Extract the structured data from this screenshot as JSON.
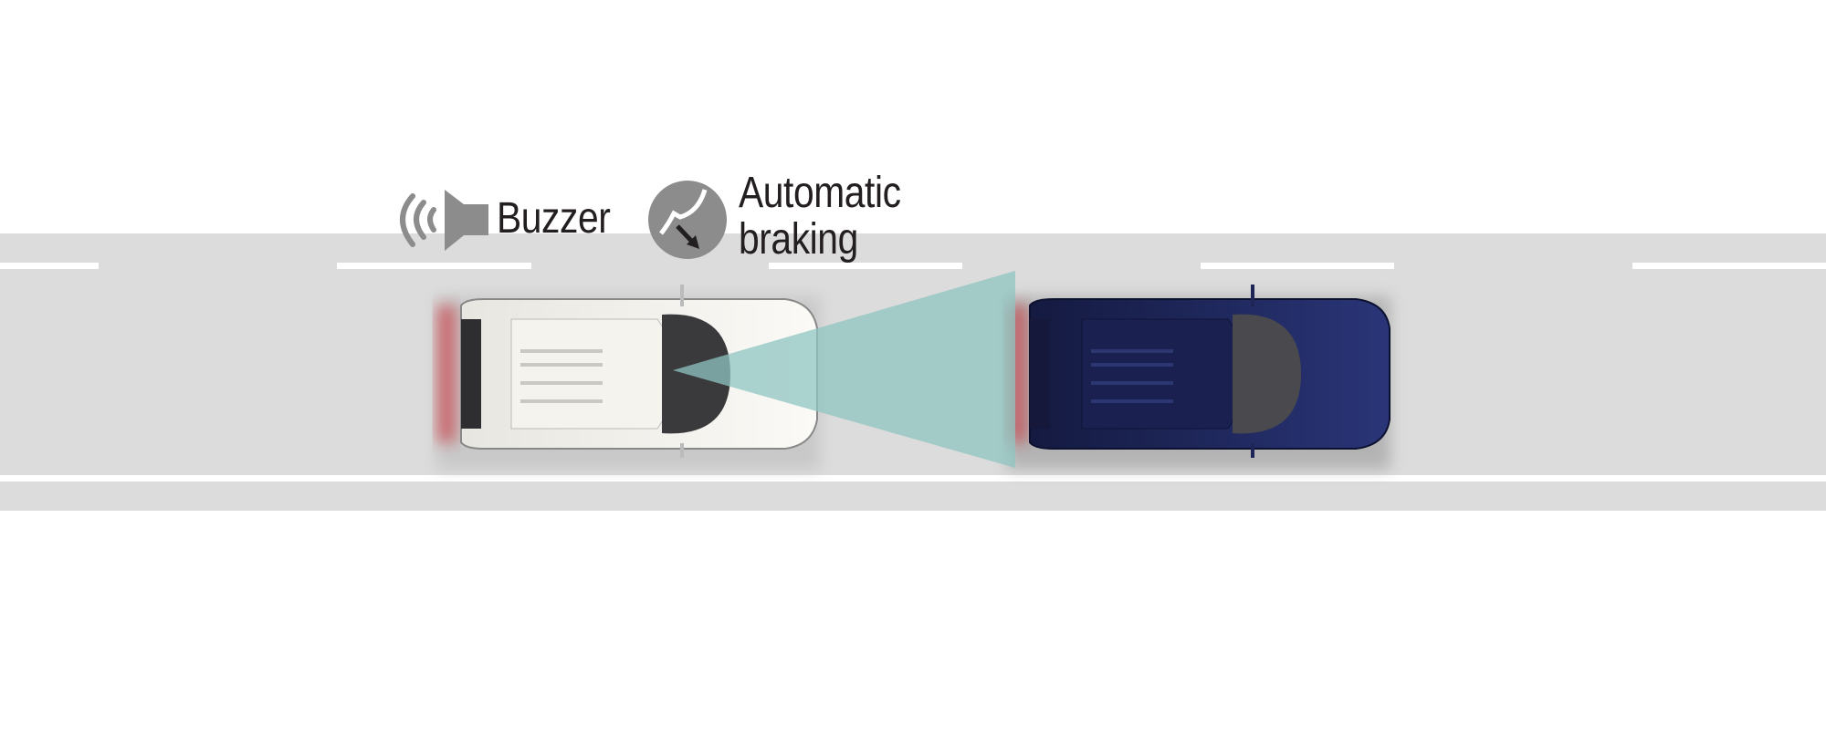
{
  "labels": {
    "buzzer": "Buzzer",
    "automatic_braking_line1": "Automatic",
    "automatic_braking_line2": "braking"
  },
  "icons": {
    "buzzer": "speaker-sound-icon",
    "braking": "brake-pedal-icon"
  },
  "colors": {
    "road": "#dcdcdc",
    "lane_marking": "#ffffff",
    "sensor_beam": "#8fc4c0",
    "own_vehicle": "#f2f0ea",
    "lead_vehicle": "#1c2556",
    "icon_gray": "#8c8c8c",
    "text": "#231f20"
  }
}
